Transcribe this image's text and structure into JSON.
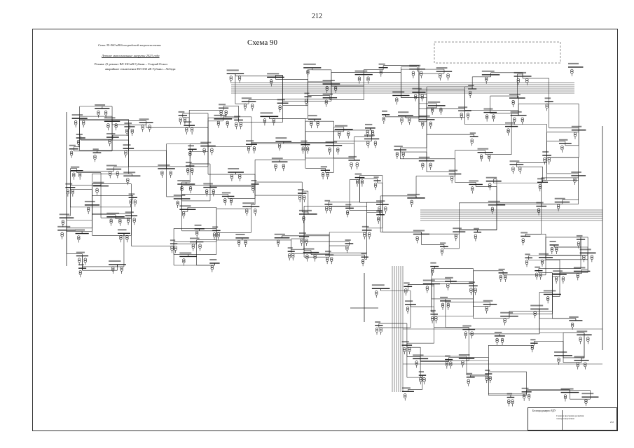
{
  "page": {
    "number": "212"
  },
  "scheme": {
    "title": "Схема 90",
    "header_lines": [
      "Сеть 35-500 кВ Белгородской энергосистемы",
      "Летние максимальные нагрузки 2023 года",
      "Режим: (5 ремонт ВЛ 330 кВ Губкин – Старый Оскол",
      "аварийное отключение ВЛ 330 кВ Губкин – Лебеди"
    ]
  },
  "title_block": {
    "organization": "Белгородэнерго РДУ",
    "document": "Схема и программа развития электроэнергетики",
    "sheet": "212"
  },
  "colors": {
    "line": "#222222",
    "frame": "#333333",
    "background": "#ffffff"
  }
}
